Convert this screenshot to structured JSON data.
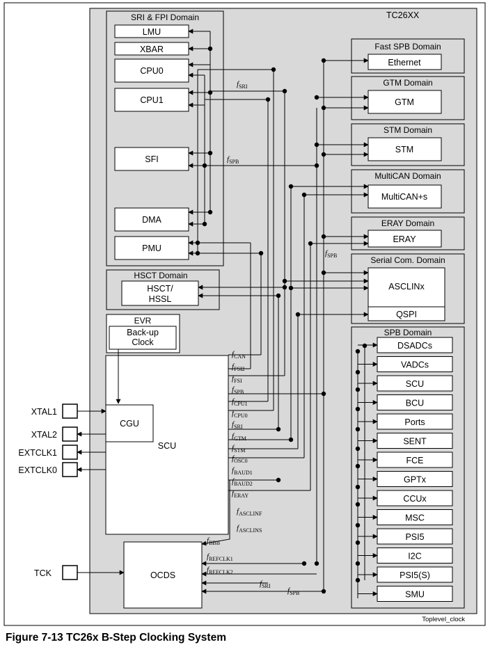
{
  "figure": {
    "chip_label": "TC26XX",
    "caption": "Figure 7-13    TC26x B-Step Clocking System",
    "source_tag": "Toplevel_clock"
  },
  "domains": {
    "sri_fpi": {
      "title": "SRI & FPI Domain",
      "blocks": [
        "LMU",
        "XBAR",
        "CPU0",
        "CPU1",
        "SFI",
        "DMA",
        "PMU"
      ]
    },
    "hsct": {
      "title": "HSCT Domain",
      "blocks": [
        "HSCT/",
        "HSSL"
      ]
    },
    "evr": {
      "title": "EVR",
      "blocks": [
        "Back-up",
        "Clock"
      ]
    },
    "fast_spb": {
      "title": "Fast SPB Domain",
      "blocks": [
        "Ethernet"
      ]
    },
    "gtm": {
      "title": "GTM Domain",
      "blocks": [
        "GTM"
      ]
    },
    "stm": {
      "title": "STM Domain",
      "blocks": [
        "STM"
      ]
    },
    "multican": {
      "title": "MultiCAN Domain",
      "blocks": [
        "MultiCAN+s"
      ]
    },
    "eray": {
      "title": "ERAY Domain",
      "blocks": [
        "ERAY"
      ]
    },
    "serial": {
      "title": "Serial Com. Domain",
      "blocks": [
        "ASCLINx",
        "QSPI"
      ]
    },
    "spb": {
      "title": "SPB Domain",
      "blocks": [
        "DSADCs",
        "VADCs",
        "SCU",
        "BCU",
        "Ports",
        "SENT",
        "FCE",
        "GPTx",
        "CCUx",
        "MSC",
        "PSI5",
        "I2C",
        "PSI5(S)",
        "SMU"
      ]
    }
  },
  "core": {
    "scu": "SCU",
    "cgu": "CGU",
    "ocds": "OCDS"
  },
  "pins": [
    "XTAL1",
    "XTAL2",
    "EXTCLK1",
    "EXTCLK0",
    "TCK"
  ],
  "clock_signals": {
    "scu_outputs": [
      {
        "main": "f",
        "sub": "CAN"
      },
      {
        "main": "f",
        "sub": "FSI2"
      },
      {
        "main": "f",
        "sub": "FSI"
      },
      {
        "main": "f",
        "sub": "SPB"
      },
      {
        "main": "f",
        "sub": "CPU1"
      },
      {
        "main": "f",
        "sub": "CPU0"
      },
      {
        "main": "f",
        "sub": "SRI"
      },
      {
        "main": "f",
        "sub": "GTM"
      },
      {
        "main": "f",
        "sub": "STM"
      },
      {
        "main": "f",
        "sub": "OSC0"
      },
      {
        "main": "f",
        "sub": "BAUD1"
      },
      {
        "main": "f",
        "sub": "BAUD2"
      },
      {
        "main": "f",
        "sub": "ERAY"
      }
    ],
    "ascl": [
      {
        "main": "f",
        "sub": "ASCLINF"
      },
      {
        "main": "f",
        "sub": "ASCLINS"
      }
    ],
    "ocds_inputs": [
      {
        "main": "f",
        "sub": "BBB"
      },
      {
        "main": "f",
        "sub": "REFCLK1"
      },
      {
        "main": "f",
        "sub": "REFCLK2"
      },
      {
        "main": "f",
        "sub": "SRI"
      },
      {
        "main": "f",
        "sub": "SPB"
      }
    ],
    "inline": [
      {
        "main": "f",
        "sub": "SRI"
      },
      {
        "main": "f",
        "sub": "SPB"
      },
      {
        "main": "f",
        "sub": "SPB"
      }
    ]
  }
}
